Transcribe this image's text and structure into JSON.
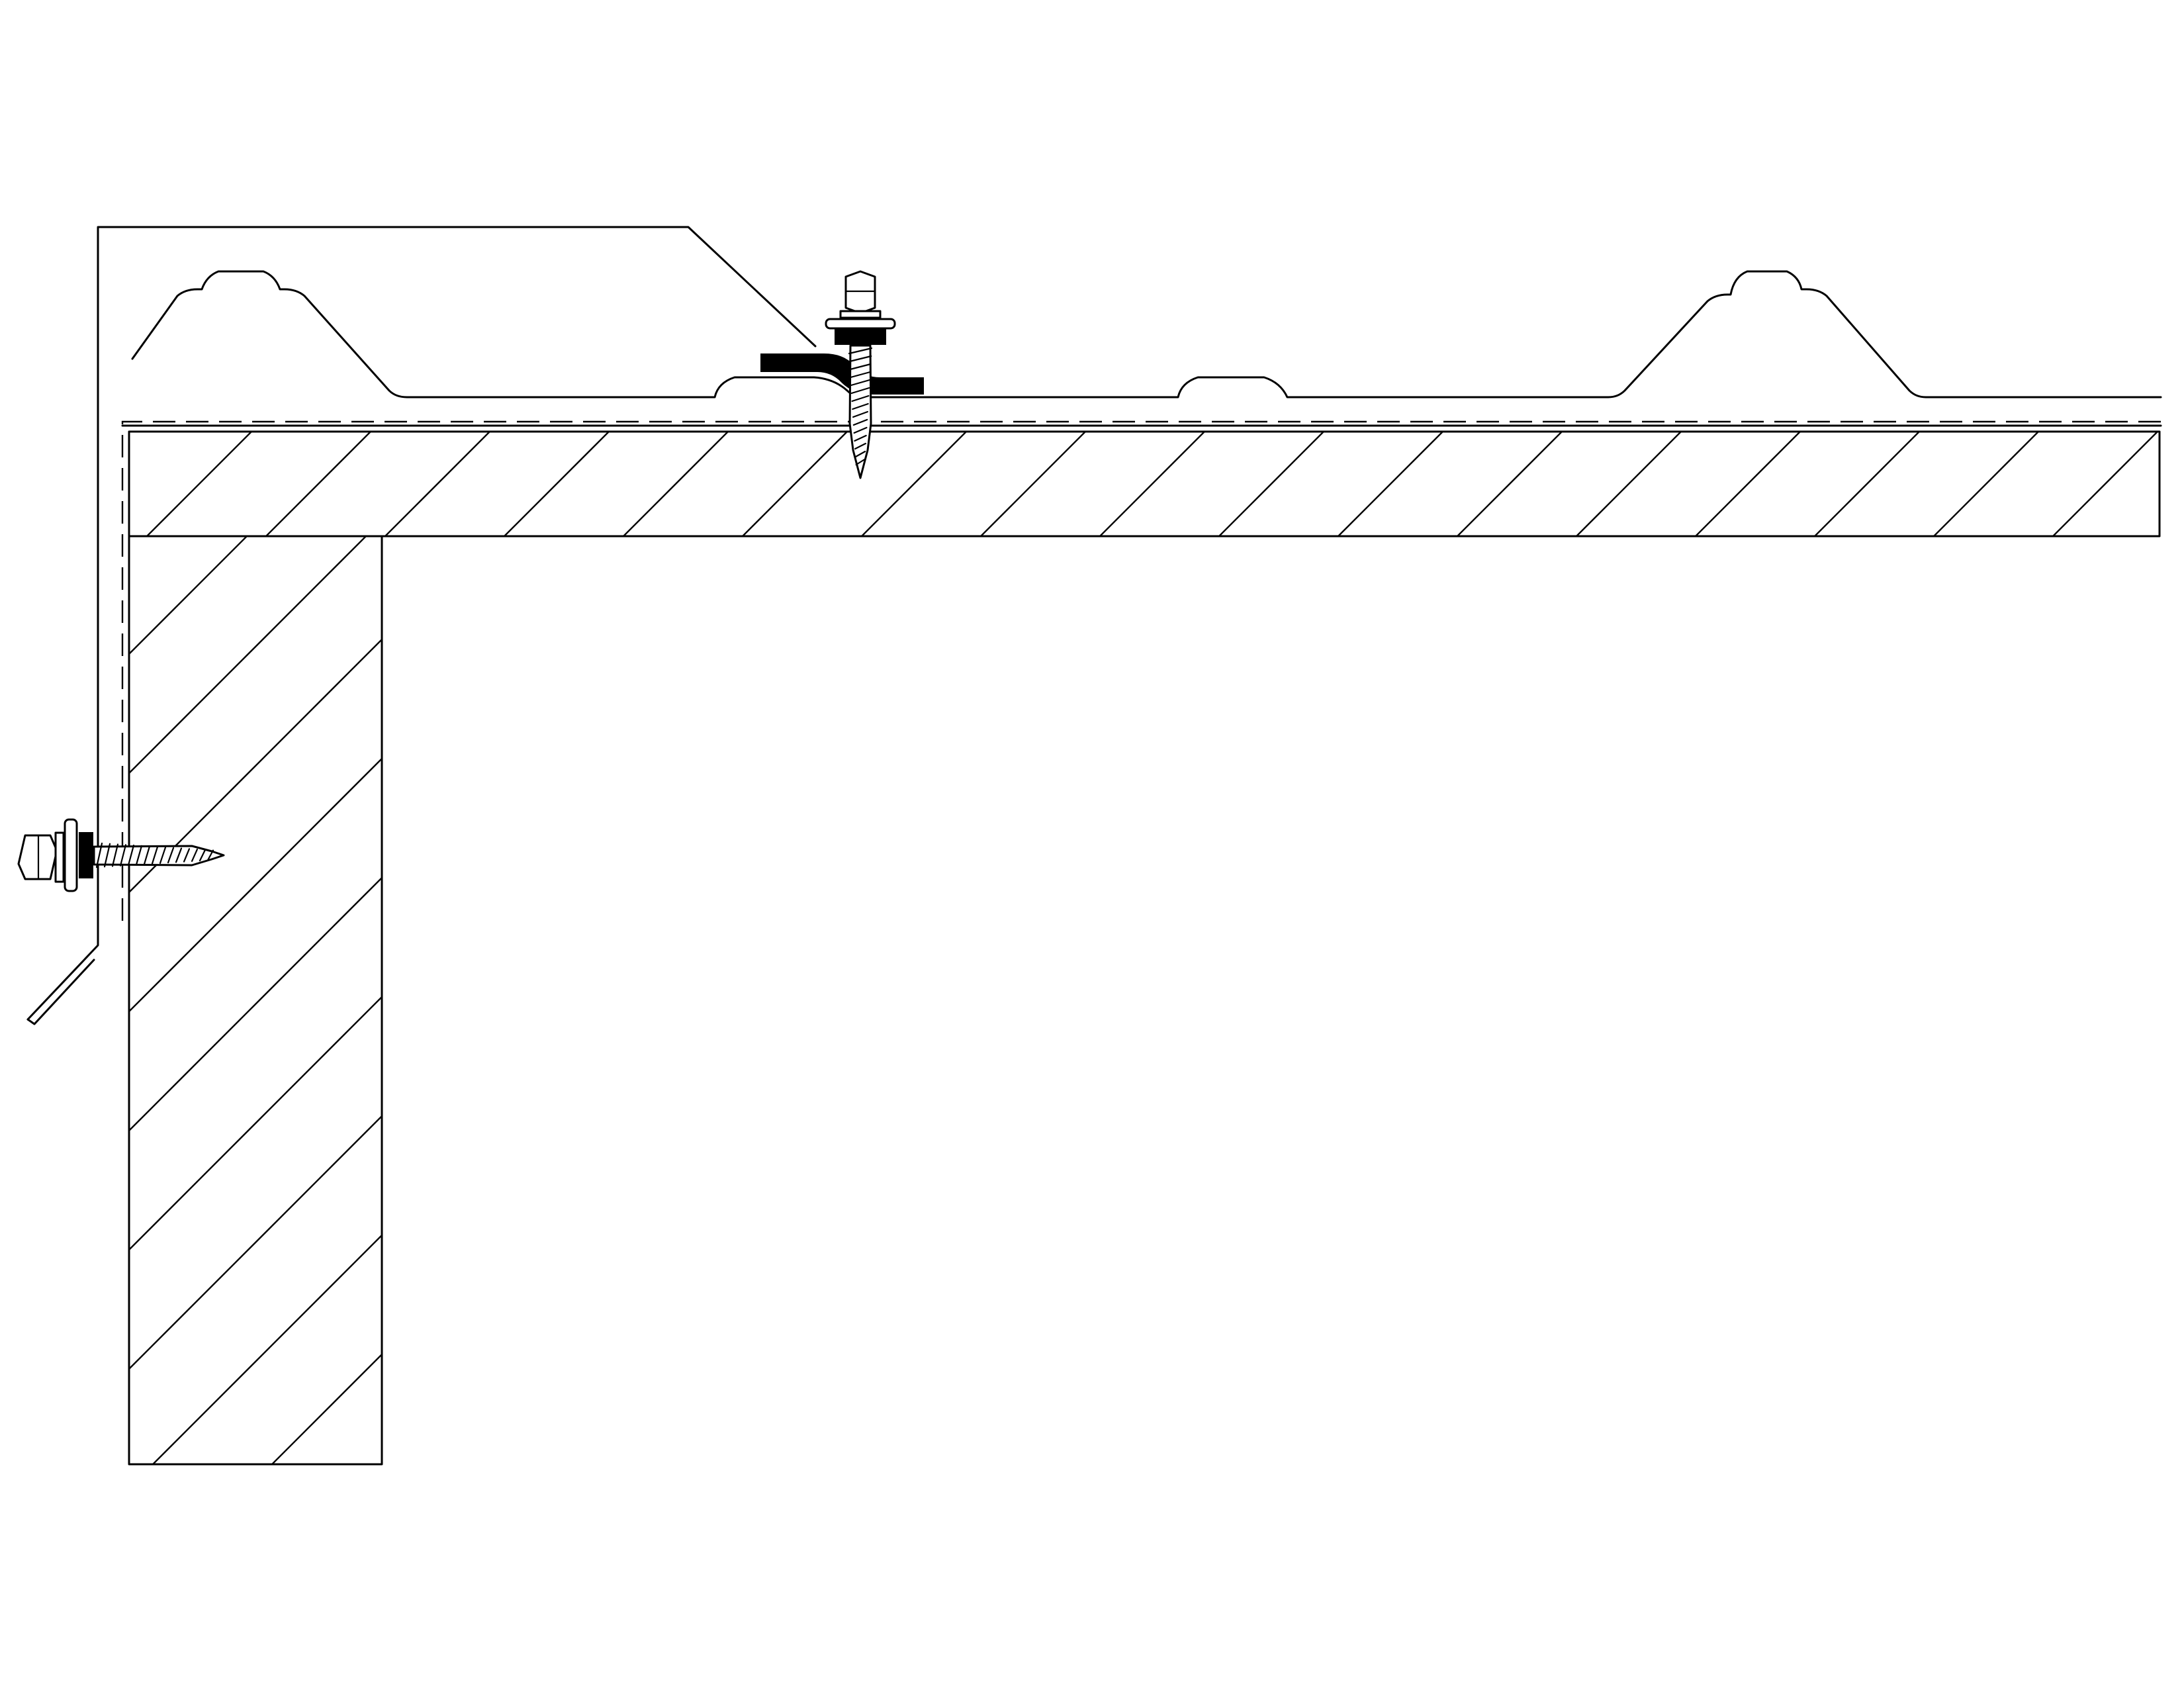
{
  "drawing": {
    "type": "construction detail section",
    "components": [
      "rake-trim-flashing",
      "corrugated-roof-panel",
      "roof-sheathing",
      "wall-sheathing",
      "underlayment",
      "closure-strip",
      "roof-fastener",
      "trim-fastener"
    ],
    "line_color": "#000000",
    "background_color": "#ffffff"
  }
}
